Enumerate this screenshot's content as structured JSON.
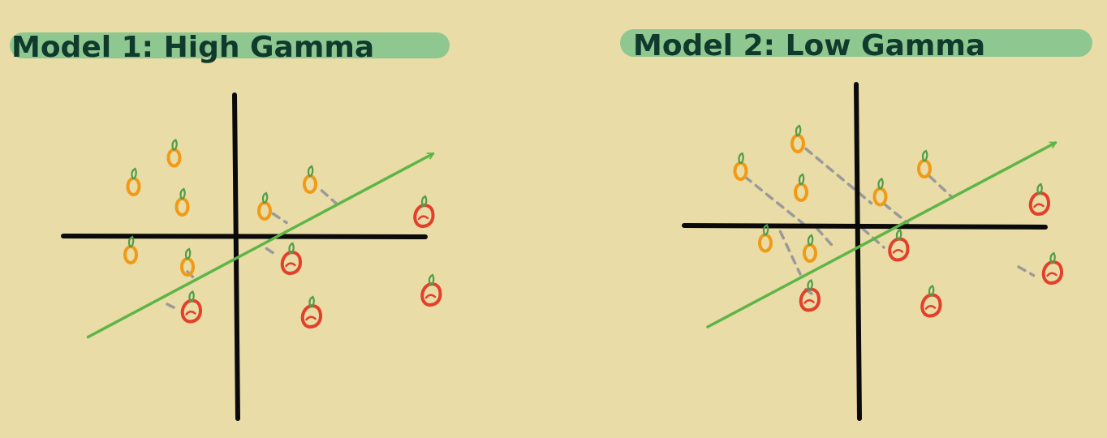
{
  "panels": [
    {
      "title": "Model 1: High Gamma",
      "orange_points": [
        [
          -1.53,
          1.95
        ],
        [
          -2.53,
          1.24
        ],
        [
          -1.33,
          0.74
        ],
        [
          0.7,
          0.64
        ],
        [
          1.82,
          1.3
        ],
        [
          -2.6,
          -0.44
        ],
        [
          -1.2,
          -0.74
        ]
      ],
      "red_points": [
        [
          4.62,
          0.52
        ],
        [
          1.35,
          -0.64
        ],
        [
          -1.11,
          -1.83
        ],
        [
          1.85,
          -1.96
        ],
        [
          4.8,
          -1.42
        ]
      ],
      "hyperplane": {
        "from": [
          -3.65,
          -2.47
        ],
        "to": [
          4.85,
          2.05
        ]
      },
      "distance_dashes": [
        [
          [
            2.11,
            1.14
          ],
          [
            2.48,
            0.81
          ]
        ],
        [
          [
            0.91,
            0.57
          ],
          [
            1.24,
            0.35
          ]
        ],
        [
          [
            0.75,
            -0.29
          ],
          [
            0.98,
            -0.44
          ]
        ],
        [
          [
            -1.2,
            -0.86
          ],
          [
            -0.98,
            -1.07
          ]
        ],
        [
          [
            -1.7,
            -1.66
          ],
          [
            -1.44,
            -1.79
          ]
        ]
      ]
    },
    {
      "title": "Model 2: Low Gamma",
      "orange_points": [
        [
          -1.48,
          2.04
        ],
        [
          -2.89,
          1.36
        ],
        [
          -1.4,
          0.84
        ],
        [
          0.55,
          0.73
        ],
        [
          1.64,
          1.42
        ],
        [
          -2.28,
          -0.41
        ],
        [
          -1.18,
          -0.66
        ]
      ],
      "red_points": [
        [
          4.47,
          0.56
        ],
        [
          1.0,
          -0.57
        ],
        [
          -1.19,
          -1.81
        ],
        [
          1.8,
          -1.95
        ],
        [
          4.79,
          -1.14
        ]
      ],
      "hyperplane": {
        "from": [
          -3.7,
          -2.48
        ],
        "to": [
          4.87,
          2.06
        ]
      },
      "distance_dashes": [
        [
          [
            -2.78,
            1.22
          ],
          [
            -1.34,
            0.06
          ]
        ],
        [
          [
            -1.28,
            1.91
          ],
          [
            0.33,
            0.57
          ]
        ],
        [
          [
            0.65,
            0.55
          ],
          [
            1.23,
            0.08
          ]
        ],
        [
          [
            1.77,
            1.23
          ],
          [
            2.33,
            0.71
          ]
        ],
        [
          [
            -1.91,
            -0.13
          ],
          [
            -1.42,
            -1.18
          ]
        ],
        [
          [
            -1.0,
            -0.06
          ],
          [
            -0.59,
            -0.52
          ]
        ],
        [
          [
            0.12,
            -0.06
          ],
          [
            0.64,
            -0.52
          ]
        ],
        [
          [
            -1.14,
            -1.66
          ],
          [
            -1.4,
            -1.47
          ]
        ],
        [
          [
            3.96,
            -1.0
          ],
          [
            4.33,
            -1.21
          ]
        ]
      ]
    }
  ],
  "colors": {
    "background": "#e9dca6",
    "title_highlight": "#8fc791",
    "title_text": "#0f3a2c",
    "axis": "#0a0a0a",
    "hyperplane": "#5db547",
    "orange_point": "#f19a16",
    "red_point": "#e2402b",
    "stem": "#4f9e4a",
    "dash": "#9a9a9a"
  }
}
